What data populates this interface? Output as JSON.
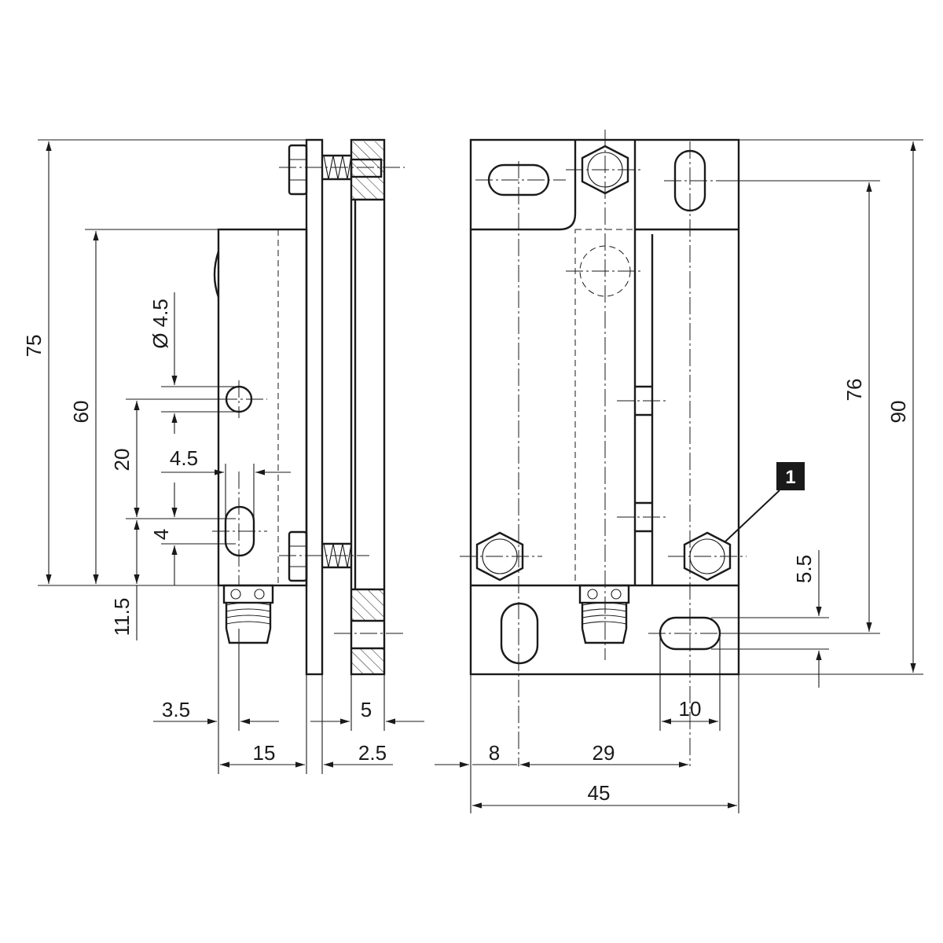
{
  "dimensions": {
    "overall_height_side": "75",
    "height_60": "60",
    "hole_diameter": "Ø 4.5",
    "spacing_20": "20",
    "slot_width": "4.5",
    "slot_4": "4",
    "bottom_11_5": "11.5",
    "offset_3_5": "3.5",
    "depth_15": "15",
    "plate_2_5": "2.5",
    "plate_5": "5",
    "front_8": "8",
    "front_29": "29",
    "front_45": "45",
    "slot_10": "10",
    "offset_5_5": "5.5",
    "height_76": "76",
    "overall_height_front": "90"
  },
  "callout": {
    "number": "1"
  }
}
